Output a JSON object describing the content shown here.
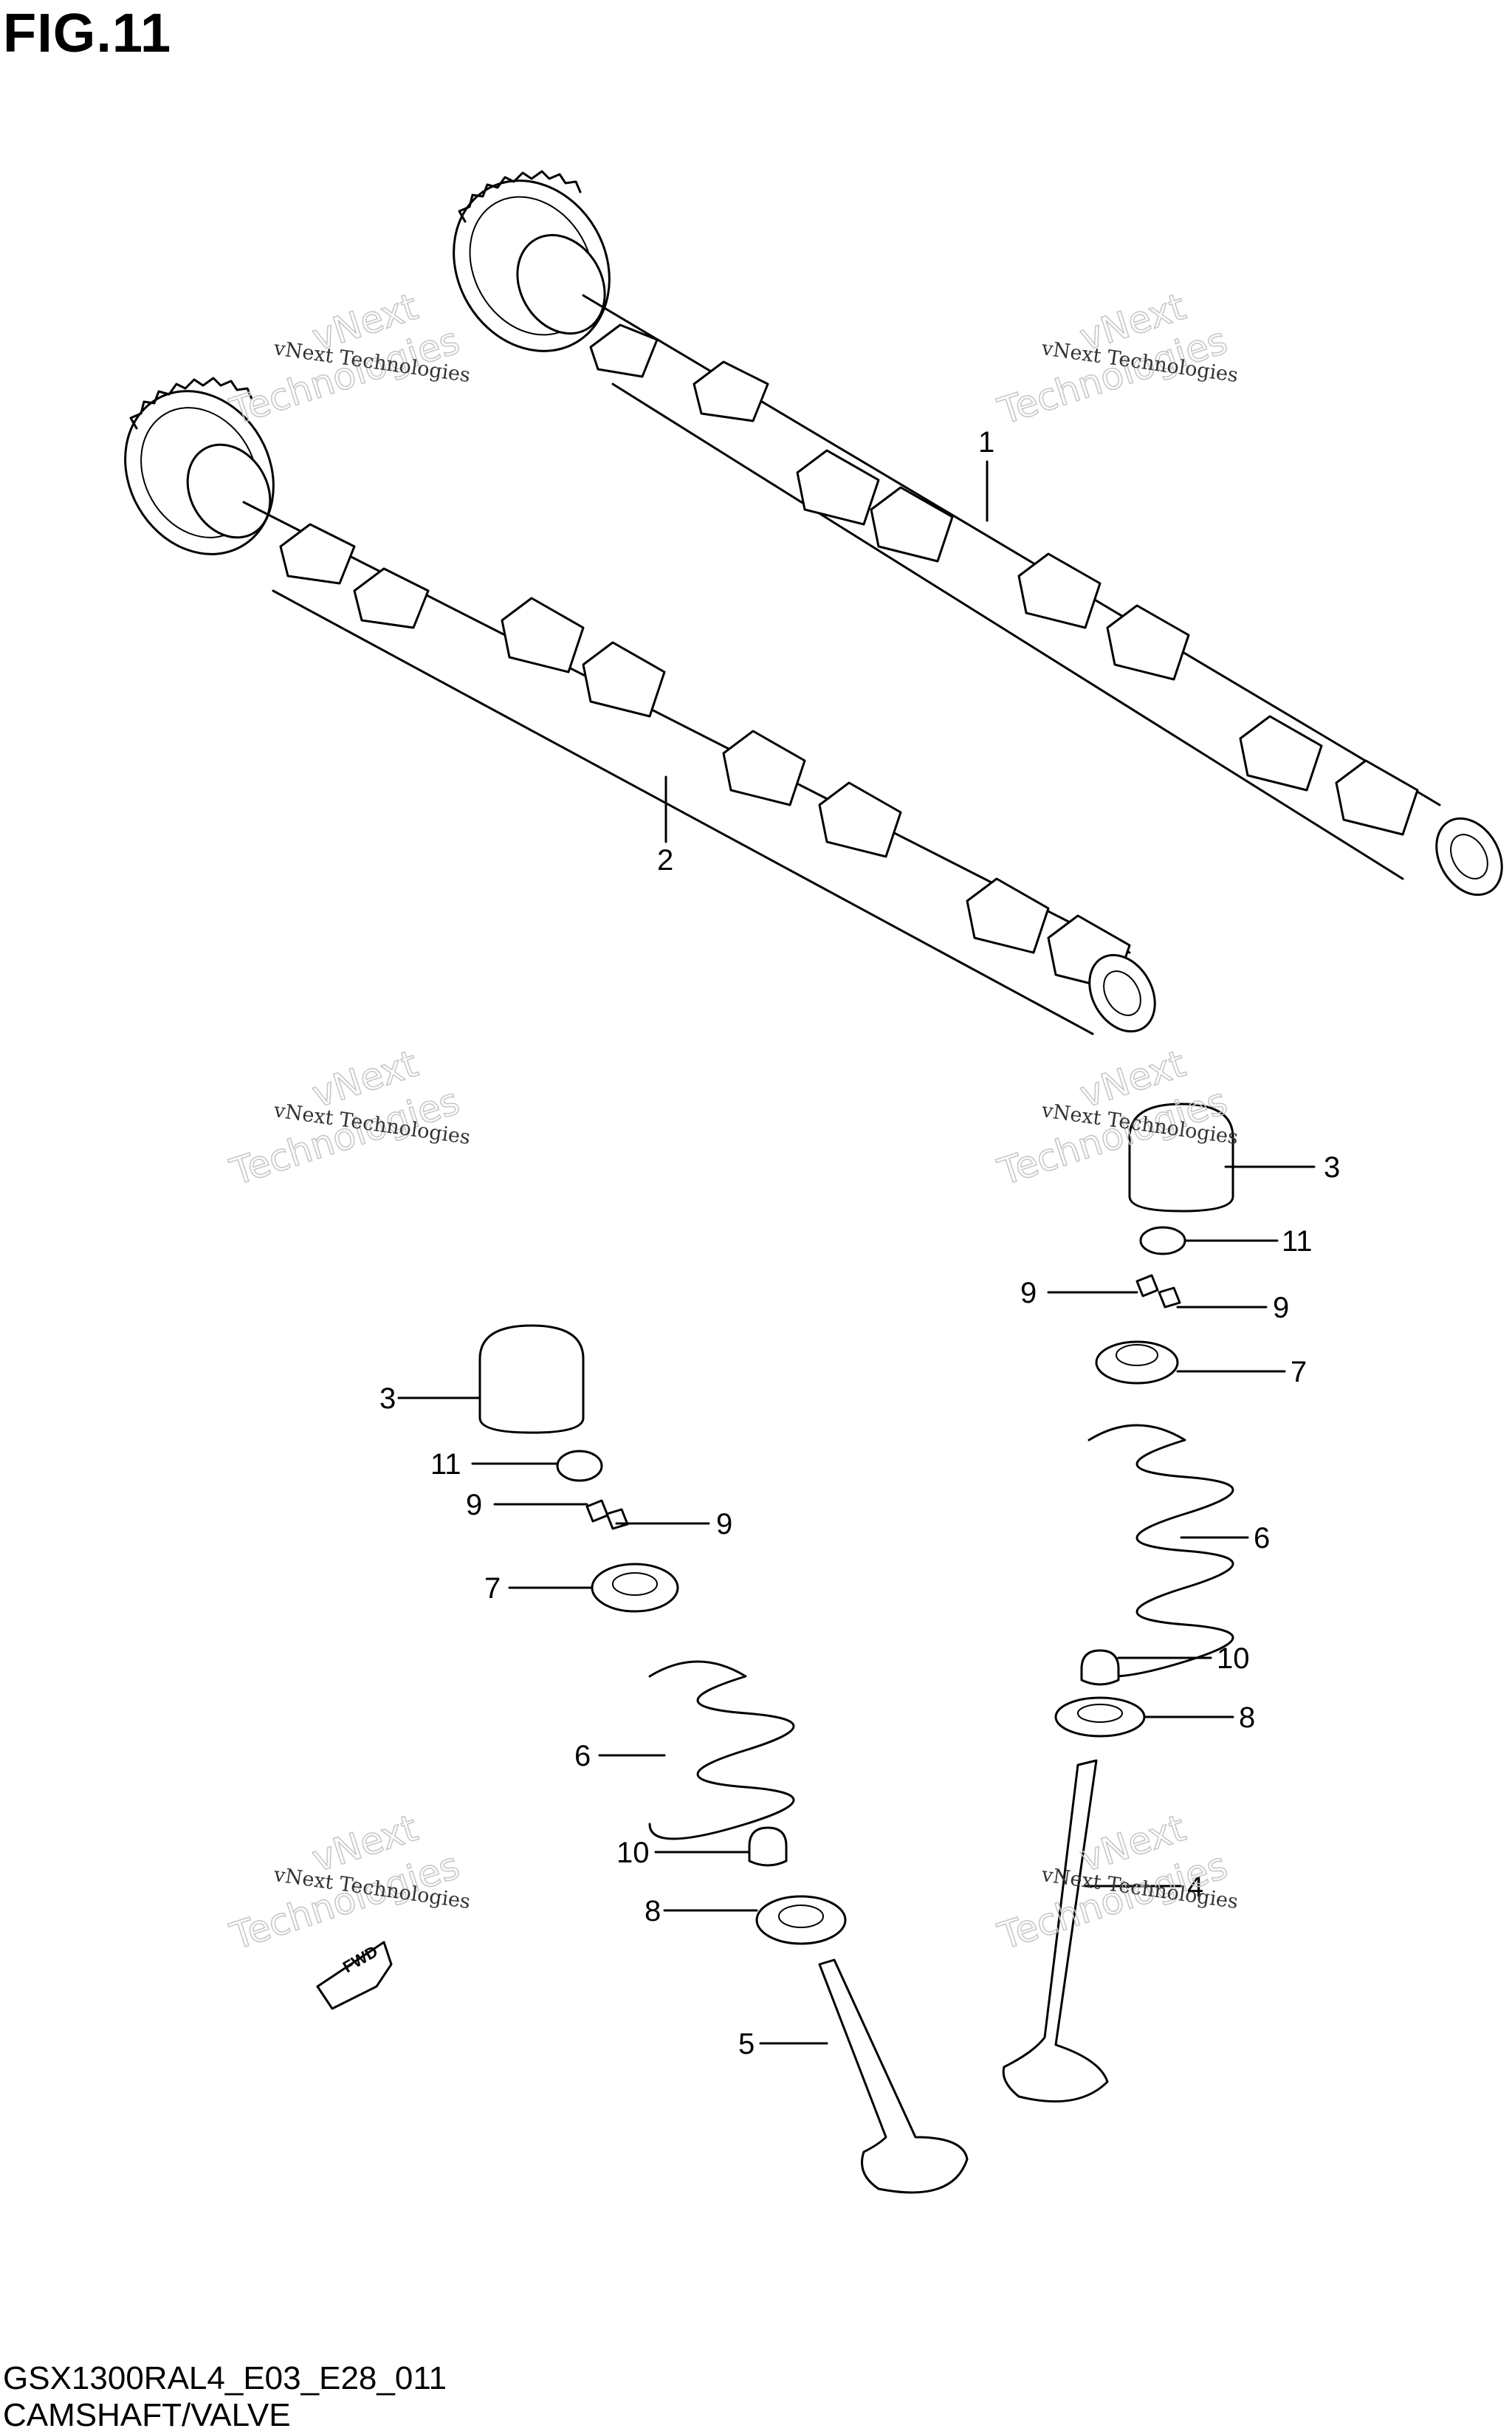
{
  "figure": {
    "title": "FIG.11"
  },
  "footer": {
    "model_code": "GSX1300RAL4_E03_E28_011",
    "section_name": "CAMSHAFT/VALVE"
  },
  "watermark": {
    "line1": "vNext Technologies",
    "line2": "vNext",
    "line3": "Technologies"
  },
  "fwd_label": "FWD",
  "callouts": {
    "c1": "1",
    "c2": "2",
    "c3a": "3",
    "c3b": "3",
    "c11a": "11",
    "c11b": "11",
    "c9a": "9",
    "c9b": "9",
    "c9c": "9",
    "c9d": "9",
    "c7a": "7",
    "c7b": "7",
    "c6a": "6",
    "c6b": "6",
    "c10a": "10",
    "c10b": "10",
    "c8a": "8",
    "c8b": "8",
    "c4": "4",
    "c5": "5"
  }
}
